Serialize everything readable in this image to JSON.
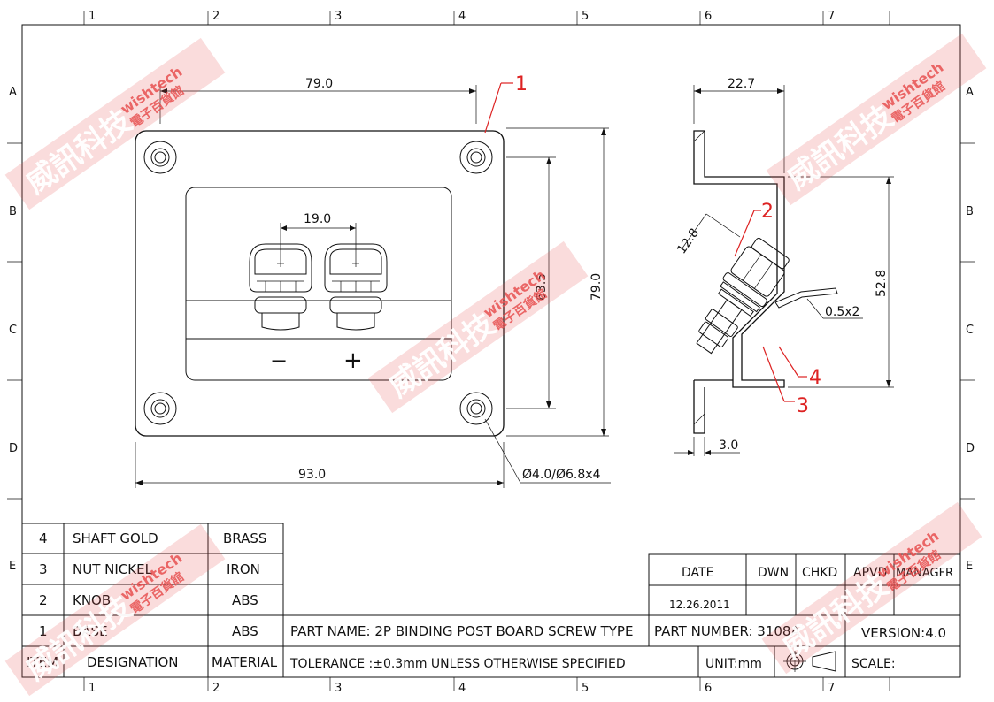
{
  "border": {
    "columns": [
      "1",
      "2",
      "3",
      "4",
      "5",
      "6",
      "7"
    ],
    "rows": [
      "A",
      "B",
      "C",
      "D",
      "E"
    ]
  },
  "front_view": {
    "dim_top_width": "79.0",
    "dim_bottom_width": "93.0",
    "dim_height_outer": "79.0",
    "dim_height_inner": "63.5",
    "dim_post_spacing": "19.0",
    "hole_callout": "Ø4.0/Ø6.8x4",
    "minus_label": "−",
    "plus_label": "+"
  },
  "side_view": {
    "dim_depth": "22.7",
    "dim_height": "52.8",
    "dim_post_dia": "12.8",
    "dim_thickness": "3.0",
    "dim_lug": "0.5x2"
  },
  "balloons": [
    "1",
    "2",
    "3",
    "4"
  ],
  "bom": {
    "rows": [
      {
        "item": "4",
        "designation": "SHAFT GOLD",
        "material": "BRASS"
      },
      {
        "item": "3",
        "designation": "NUT NICKEL",
        "material": "IRON"
      },
      {
        "item": "2",
        "designation": "KNOB",
        "material": "ABS"
      },
      {
        "item": "1",
        "designation": "BASE",
        "material": "ABS"
      }
    ],
    "header": {
      "item": "ITEM",
      "designation": "DESIGNATION",
      "material": "MATERIAL"
    }
  },
  "title_block": {
    "date_label": "DATE",
    "dwn_label": "DWN",
    "chkd_label": "CHKD",
    "apvd_label": "APVD",
    "managfr_label": "MANAGFR",
    "date_value": "12.26.2011",
    "part_name": "PART  NAME: 2P BINDING POST BOARD SCREW TYPE",
    "part_number": "PART  NUMBER: 3108A",
    "version": "VERSION:4.0",
    "tolerance": "TOLERANCE  :±0.3mm  UNLESS  OTHERWISE  SPECIFIED",
    "unit": "UNIT:mm",
    "scale": "SCALE:"
  },
  "watermark": {
    "cn_text": "威訊科技",
    "en_text": "wishtech",
    "cn_sub": "電子百貨館"
  },
  "colors": {
    "line": "#111111",
    "callout": "#d22222",
    "watermark": "#e65050"
  }
}
